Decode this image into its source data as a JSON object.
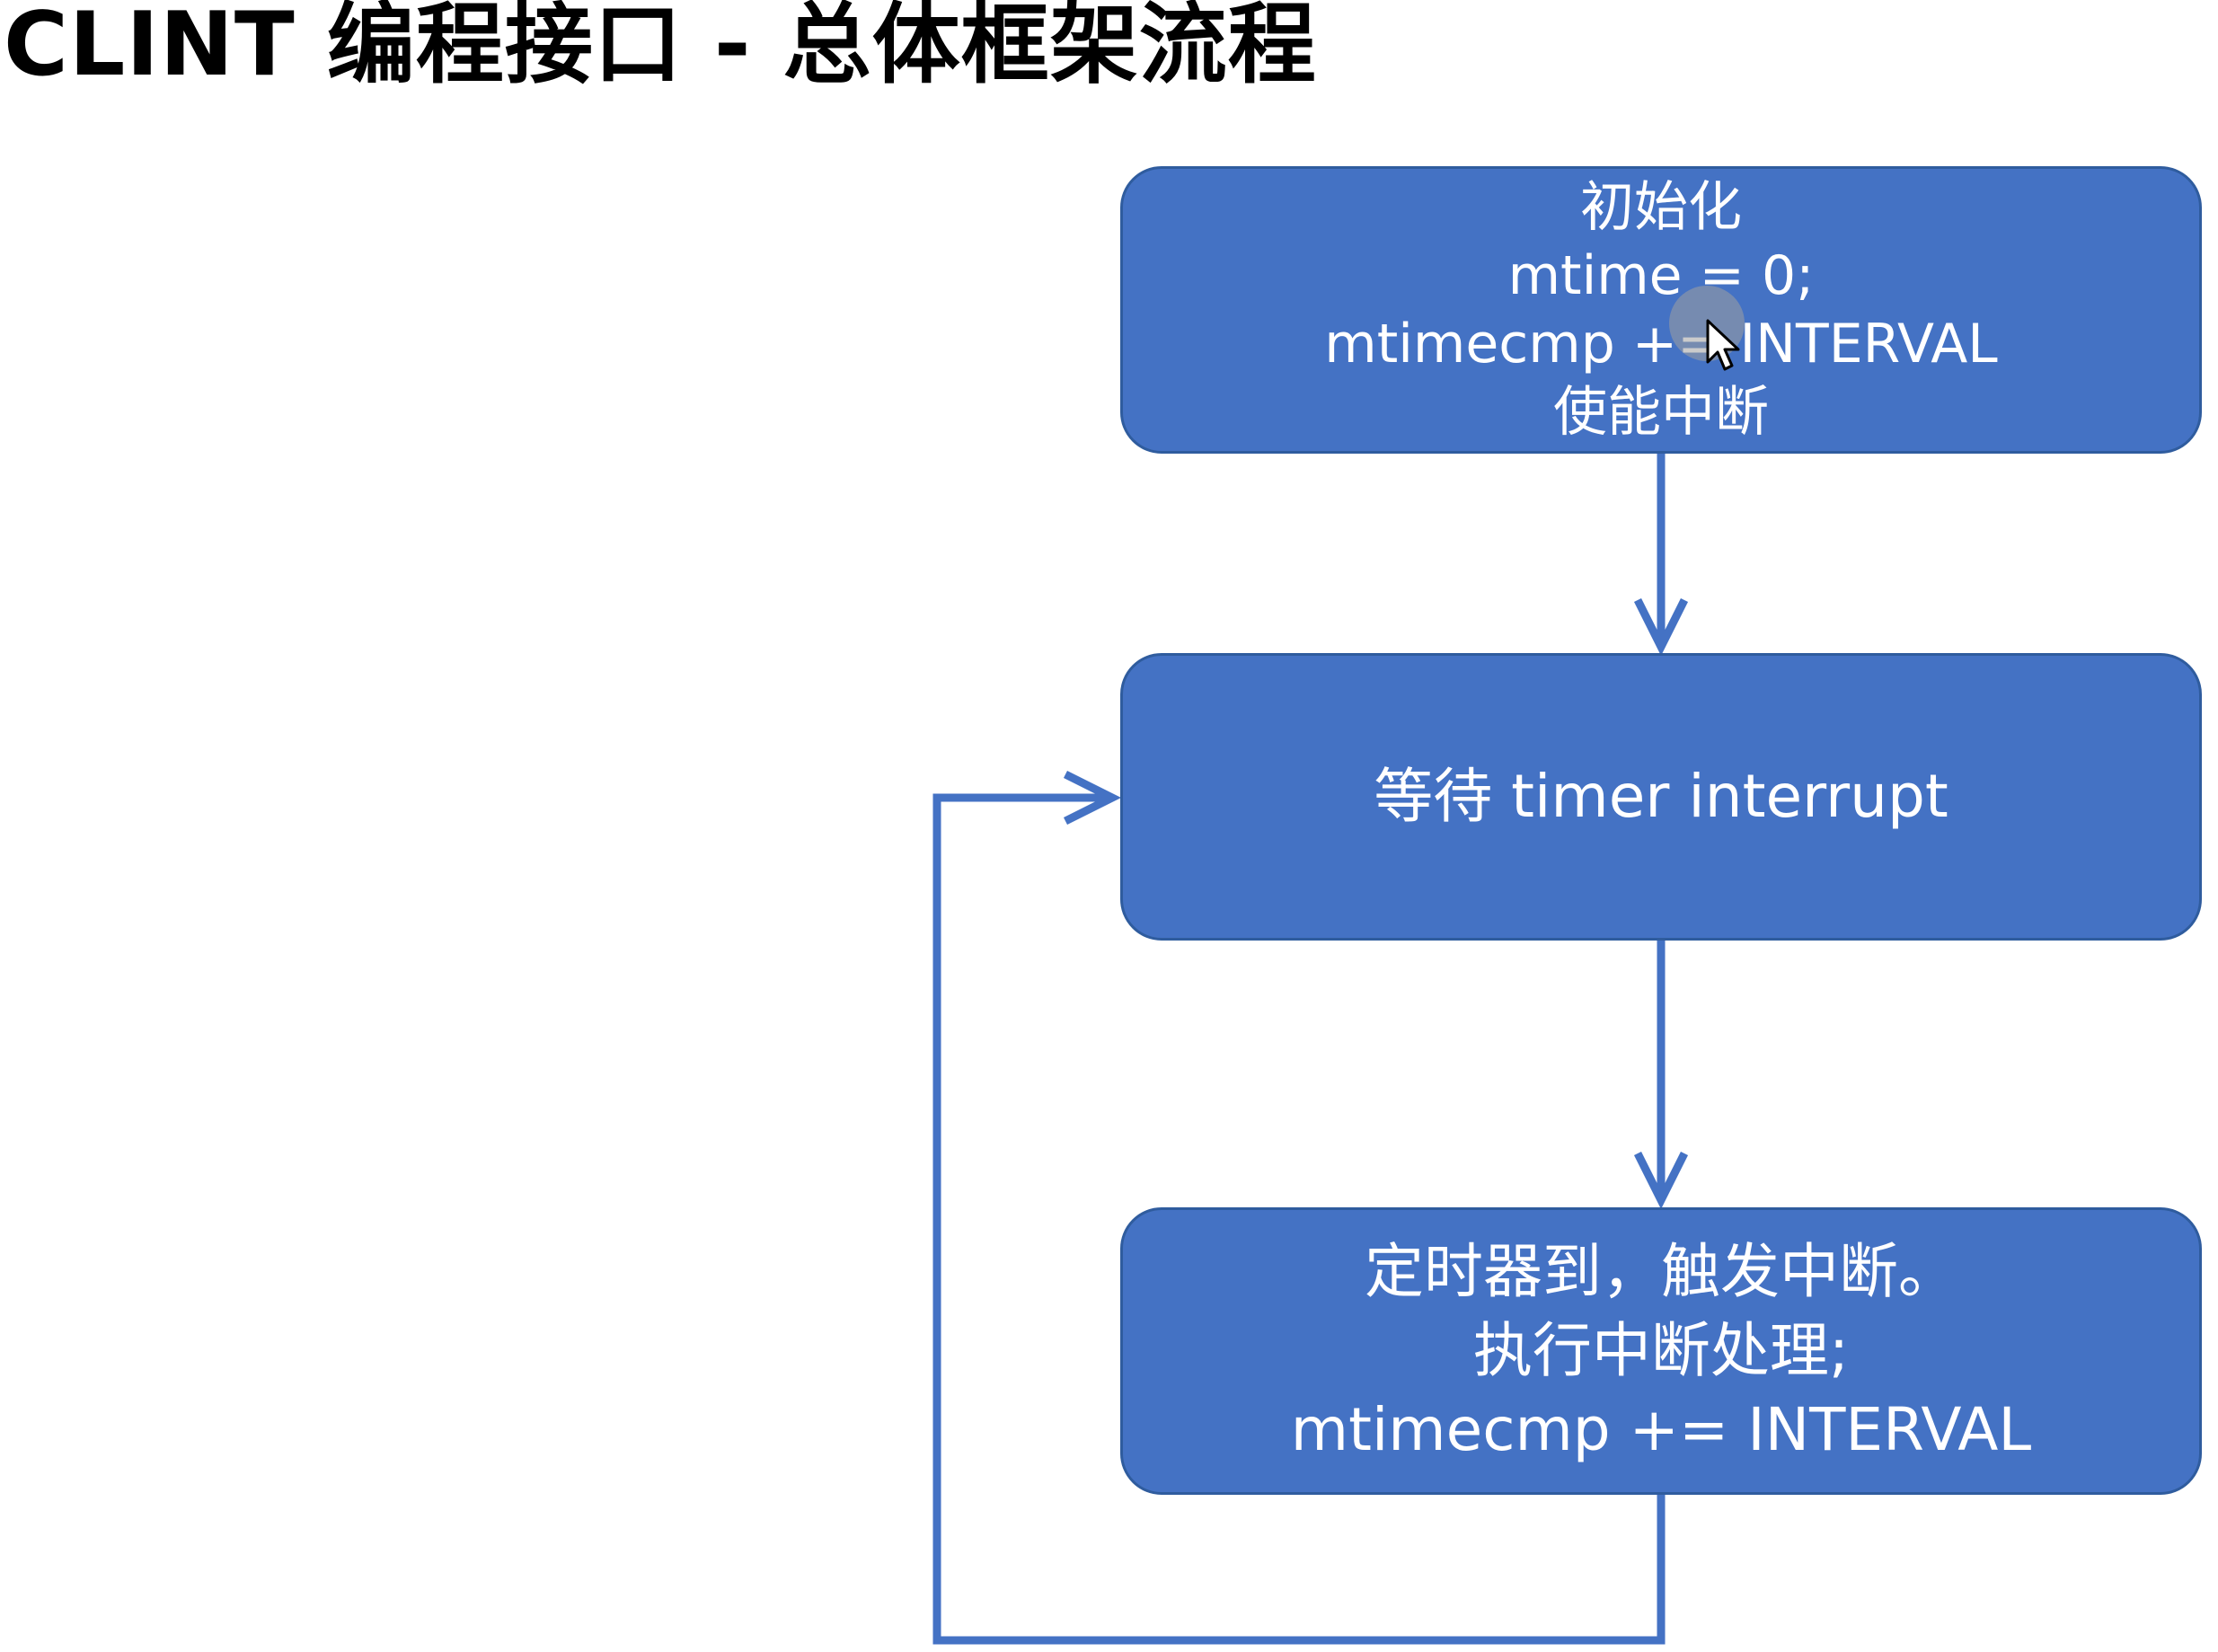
{
  "title": "CLINT 编程接口 - 总体框架流程",
  "colors": {
    "box_fill": "#4472c4",
    "box_border": "#2f5c9e",
    "arrow": "#4472c4",
    "box_text": "#ffffff",
    "title_text": "#000000"
  },
  "boxes": {
    "init": {
      "lines": [
        "初始化",
        "mtime = 0;",
        "mtimecmp += INTERVAL",
        "使能中断"
      ]
    },
    "wait": {
      "lines": [
        "等待 timer interrupt"
      ]
    },
    "handle": {
      "lines": [
        "定时器到，触发中断。",
        "执行中断处理;",
        "mtimecmp += INTERVAL"
      ]
    }
  },
  "cursor": {
    "icon": "mouse-pointer-icon"
  }
}
